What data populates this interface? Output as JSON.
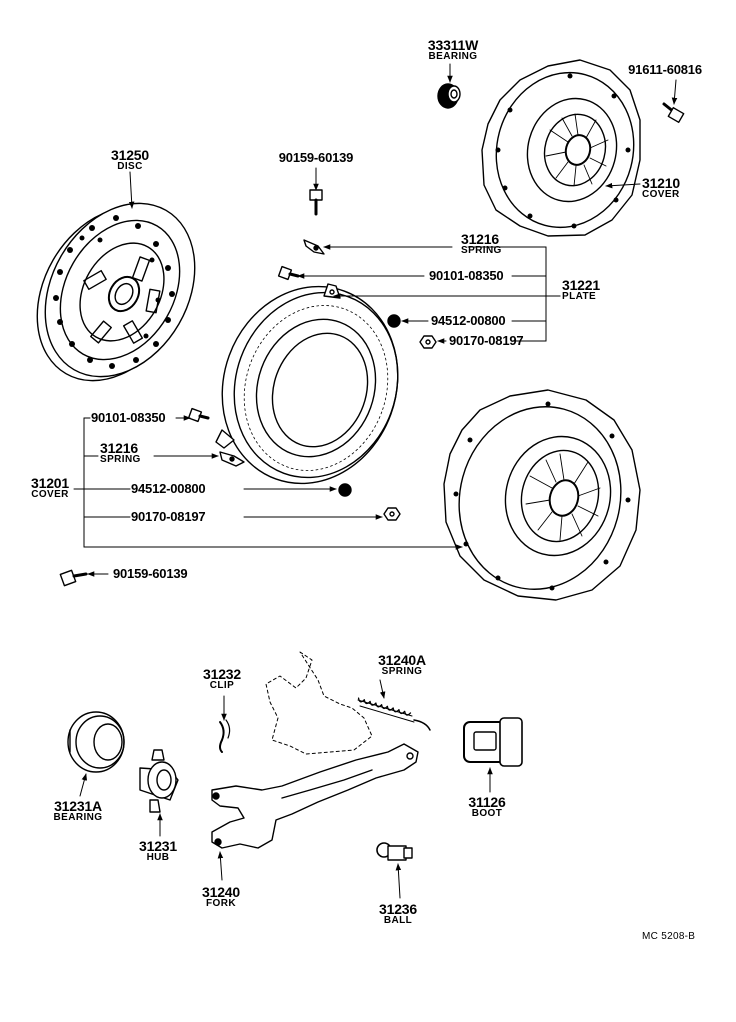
{
  "parts": {
    "p33311w": {
      "num": "33311W",
      "name": "BEARING"
    },
    "p91611": {
      "num": "91611-60816"
    },
    "p31250": {
      "num": "31250",
      "name": "DISC"
    },
    "p90159a": {
      "num": "90159-60139"
    },
    "p31210": {
      "num": "31210",
      "name": "COVER"
    },
    "p31216a": {
      "num": "31216",
      "name": "SPRING"
    },
    "p90101a": {
      "num": "90101-08350"
    },
    "p31221": {
      "num": "31221",
      "name": "PLATE"
    },
    "p94512a": {
      "num": "94512-00800"
    },
    "p90170a": {
      "num": "90170-08197"
    },
    "p90101b": {
      "num": "90101-08350"
    },
    "p31216b": {
      "num": "31216",
      "name": "SPRING"
    },
    "p31201": {
      "num": "31201",
      "name": "COVER"
    },
    "p94512b": {
      "num": "94512-00800"
    },
    "p90170b": {
      "num": "90170-08197"
    },
    "p90159b": {
      "num": "90159-60139"
    },
    "p31232": {
      "num": "31232",
      "name": "CLIP"
    },
    "p31240a": {
      "num": "31240A",
      "name": "SPRING"
    },
    "p31231a": {
      "num": "31231A",
      "name": "BEARING"
    },
    "p31231": {
      "num": "31231",
      "name": "HUB"
    },
    "p31126": {
      "num": "31126",
      "name": "BOOT"
    },
    "p31240": {
      "num": "31240",
      "name": "FORK"
    },
    "p31236": {
      "num": "31236",
      "name": "BALL"
    }
  },
  "drawing_code": "MC 5208-B"
}
